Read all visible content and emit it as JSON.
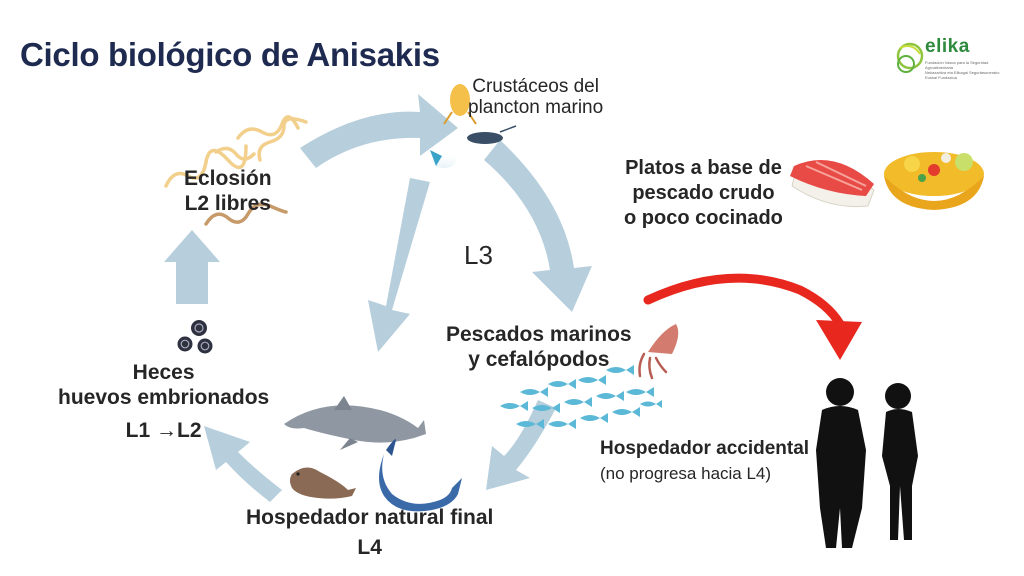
{
  "title": "Ciclo biológico de Anisakis",
  "logo": {
    "name": "elika",
    "tagline_1": "Fundación Vasca para la Seguridad Agroalimentaria",
    "tagline_2": "Nekazaritza eta Elikagai Segurtasunerako Euskal Fundazioa"
  },
  "stages": {
    "plankton": [
      "Crustáceos del",
      "plancton marino"
    ],
    "eclosion": [
      "Eclosión",
      "L2 libres"
    ],
    "center": "L3",
    "fish": [
      "Pescados marinos",
      "y cefalópodos"
    ],
    "eggs": [
      "Heces",
      "huevos embrionados",
      "L1 →L2"
    ],
    "final_host": [
      "Hospedador natural final",
      "L4"
    ],
    "dishes": [
      "Platos a base de",
      "pescado crudo",
      "o poco cocinado"
    ],
    "accidental_host": [
      "Hospedador accidental",
      "(no progresa hacia L4)"
    ]
  },
  "colors": {
    "cycle_arrow": "#b7cfdc",
    "red_arrow": "#e8281e",
    "title": "#1e2a4f",
    "fish": "#5bb8d6",
    "silhouette": "#111111",
    "logo_green": "#2e8b3e"
  }
}
